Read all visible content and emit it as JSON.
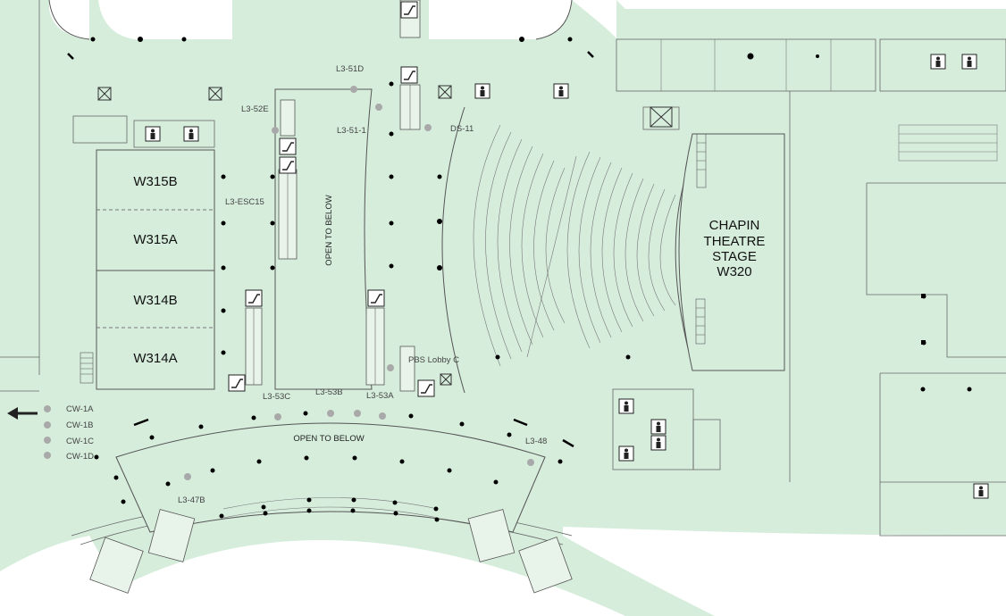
{
  "map": {
    "colors": {
      "floor": "#d6eddc",
      "outside": "#ffffff",
      "wall": "#555555",
      "marker": "#a9a9a9",
      "column": "#000000"
    },
    "rooms": {
      "w315b": "W315B",
      "w315a": "W315A",
      "w314b": "W314B",
      "w314a": "W314A"
    },
    "stage": {
      "line1": "CHAPIN",
      "line2": "THEATRE",
      "line3": "STAGE",
      "line4": "W320"
    },
    "open_to_below_vertical": "OPEN TO BELOW",
    "open_to_below_horizontal": "OPEN TO BELOW",
    "labels": {
      "l3_51d": "L3-51D",
      "l3_52e": "L3-52E",
      "l3_51_1": "L3-51-1",
      "ds_11": "DS-11",
      "l3_esc15": "L3-ESC15",
      "pbs_lobby_c": "PBS Lobby  C",
      "l3_53c": "L3-53C",
      "l3_53b": "L3-53B",
      "l3_53a": "L3-53A",
      "l3_48": "L3-48",
      "l3_47b": "L3-47B",
      "cw_1a": "CW-1A",
      "cw_1b": "CW-1B",
      "cw_1c": "CW-1C",
      "cw_1d": "CW-1D"
    },
    "icons": [
      "escalator-icon",
      "restroom-icon",
      "elevator-icon",
      "stairs-icon",
      "direction-arrow-icon"
    ]
  }
}
